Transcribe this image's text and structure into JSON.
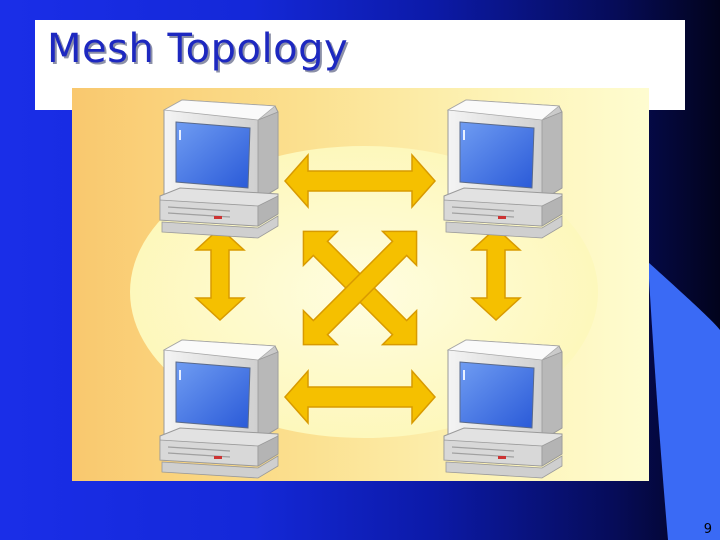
{
  "slide": {
    "title": "Mesh Topology",
    "page_number": "9"
  },
  "colors": {
    "background_blue": "#1428d8",
    "title_text": "#1d28c0",
    "arrow_fill": "#f5c000",
    "panel_gold": "#f9c86e",
    "ellipse": "#fdf9c4"
  },
  "diagram": {
    "nodes": [
      {
        "name": "computer-top-left",
        "icon": "desktop-computer-icon"
      },
      {
        "name": "computer-top-right",
        "icon": "desktop-computer-icon"
      },
      {
        "name": "computer-bottom-left",
        "icon": "desktop-computer-icon"
      },
      {
        "name": "computer-bottom-right",
        "icon": "desktop-computer-icon"
      }
    ],
    "links": [
      {
        "from": "computer-top-left",
        "to": "computer-top-right"
      },
      {
        "from": "computer-bottom-left",
        "to": "computer-bottom-right"
      },
      {
        "from": "computer-top-left",
        "to": "computer-bottom-left"
      },
      {
        "from": "computer-top-right",
        "to": "computer-bottom-right"
      },
      {
        "from": "computer-top-left",
        "to": "computer-bottom-right"
      },
      {
        "from": "computer-top-right",
        "to": "computer-bottom-left"
      }
    ]
  }
}
